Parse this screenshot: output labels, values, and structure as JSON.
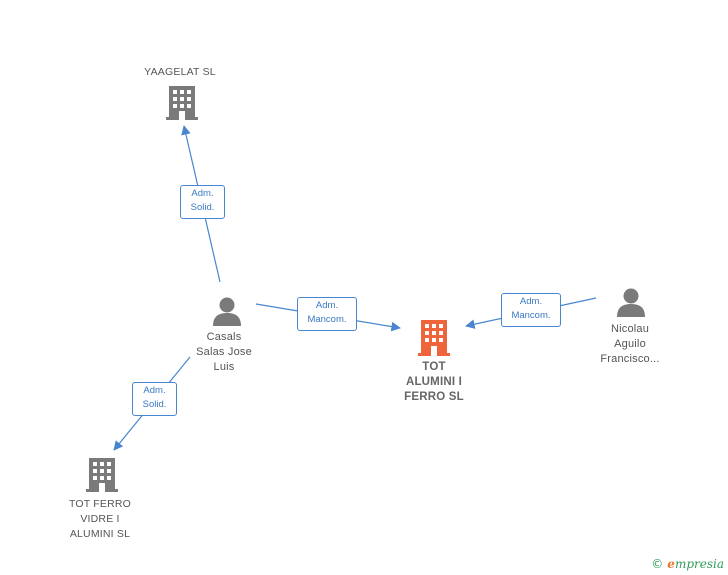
{
  "colors": {
    "edge": "#4a86cf",
    "building_default": "#7a7a7a",
    "building_main": "#f0643c",
    "person": "#7a7a7a",
    "brand": "#2e9c5a"
  },
  "nodes": {
    "yaagelat": {
      "lines": [
        "YAAGELAT SL"
      ],
      "icon": "building-icon"
    },
    "casals": {
      "lines": [
        "Casals",
        "Salas Jose",
        "Luis"
      ],
      "icon": "person-icon"
    },
    "tot_alumini": {
      "lines": [
        "TOT",
        "ALUMINI I",
        "FERRO  SL"
      ],
      "icon": "building-icon"
    },
    "nicolau": {
      "lines": [
        "Nicolau",
        "Aguilo",
        "Francisco..."
      ],
      "icon": "person-icon"
    },
    "tot_ferro": {
      "lines": [
        "TOT FERRO",
        "VIDRE I",
        "ALUMINI  SL"
      ],
      "icon": "building-icon"
    }
  },
  "edges": {
    "casals_yaagelat": {
      "lines": [
        "Adm.",
        "Solid."
      ]
    },
    "casals_tot_alumini": {
      "lines": [
        "Adm.",
        "Mancom."
      ]
    },
    "nicolau_tot_alumini": {
      "lines": [
        "Adm.",
        "Mancom."
      ]
    },
    "casals_tot_ferro": {
      "lines": [
        "Adm.",
        "Solid."
      ]
    }
  },
  "brand": {
    "copyright": "©",
    "initial": "e",
    "rest": "mpresia"
  }
}
